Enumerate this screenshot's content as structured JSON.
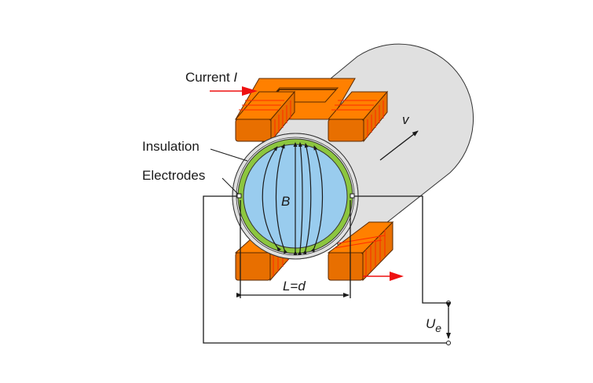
{
  "title": "Electromagnetic flowmeter principle",
  "labels": {
    "current": "Current",
    "current_symbol": "I",
    "insulation": "Insulation",
    "electrodes": "Electrodes",
    "velocity": "v",
    "field": "B",
    "distance_L": "L",
    "distance_eq": "=",
    "distance_d": "d",
    "voltage_U": "U",
    "voltage_sub": "e"
  },
  "colors": {
    "pipe": "#e0e0e0",
    "insulation": "#8cc63f",
    "fluid": "#99ccee",
    "magnet": "#ff8000",
    "coil": "#ff2a00",
    "current_arrow": "#ee1111"
  }
}
